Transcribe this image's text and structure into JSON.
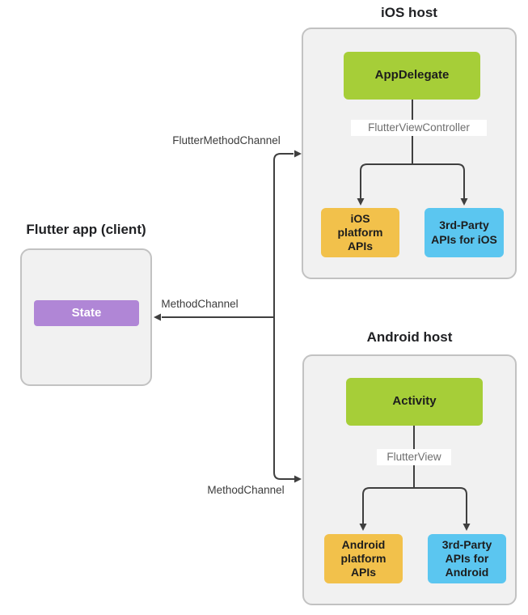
{
  "colors": {
    "node_green": "#a6ce38",
    "node_yellow": "#f2c14b",
    "node_blue": "#5bc6f0",
    "node_purple": "#b086d6",
    "container_bg": "#f1f1f1",
    "container_border": "#c2c2c2",
    "connector": "#3f3f3f"
  },
  "flutter_app": {
    "title": "Flutter app (client)",
    "state_node": "State"
  },
  "ios_host": {
    "title": "iOS host",
    "root_node": "AppDelegate",
    "bridge_label": "FlutterViewController",
    "platform_node": "iOS\nplatform\nAPIs",
    "third_party_node": "3rd-Party\nAPIs for iOS"
  },
  "android_host": {
    "title": "Android host",
    "root_node": "Activity",
    "bridge_label": "FlutterView",
    "platform_node": "Android\nplatform\nAPIs",
    "third_party_node": "3rd-Party\nAPIs for\nAndroid"
  },
  "channels": {
    "to_ios": "FlutterMethodChannel",
    "to_flutter": "MethodChannel",
    "to_android": "MethodChannel"
  }
}
